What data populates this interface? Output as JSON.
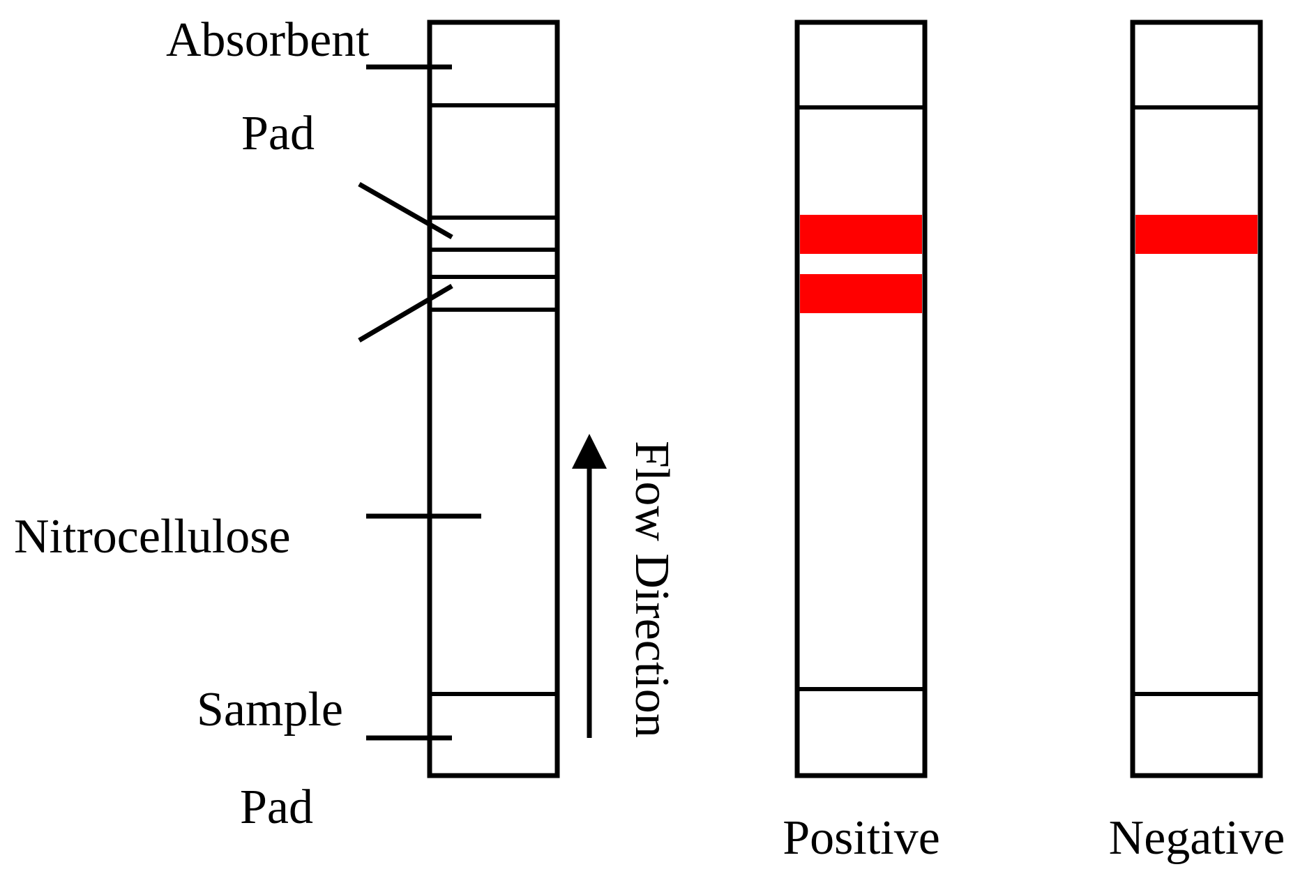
{
  "labels": {
    "absorbent": "Absorbent",
    "absorbent_pad": "Pad",
    "nitrocellulose": "Nitrocellulose",
    "sample": "Sample",
    "sample_pad": "Pad",
    "flow_direction": "Flow Direction",
    "positive": "Positive",
    "negative": "Negative"
  },
  "colors": {
    "outline": "#000000",
    "test_band": "#ff0000",
    "background": "#ffffff"
  },
  "results": {
    "positive_band_count": 2,
    "negative_band_count": 1
  }
}
